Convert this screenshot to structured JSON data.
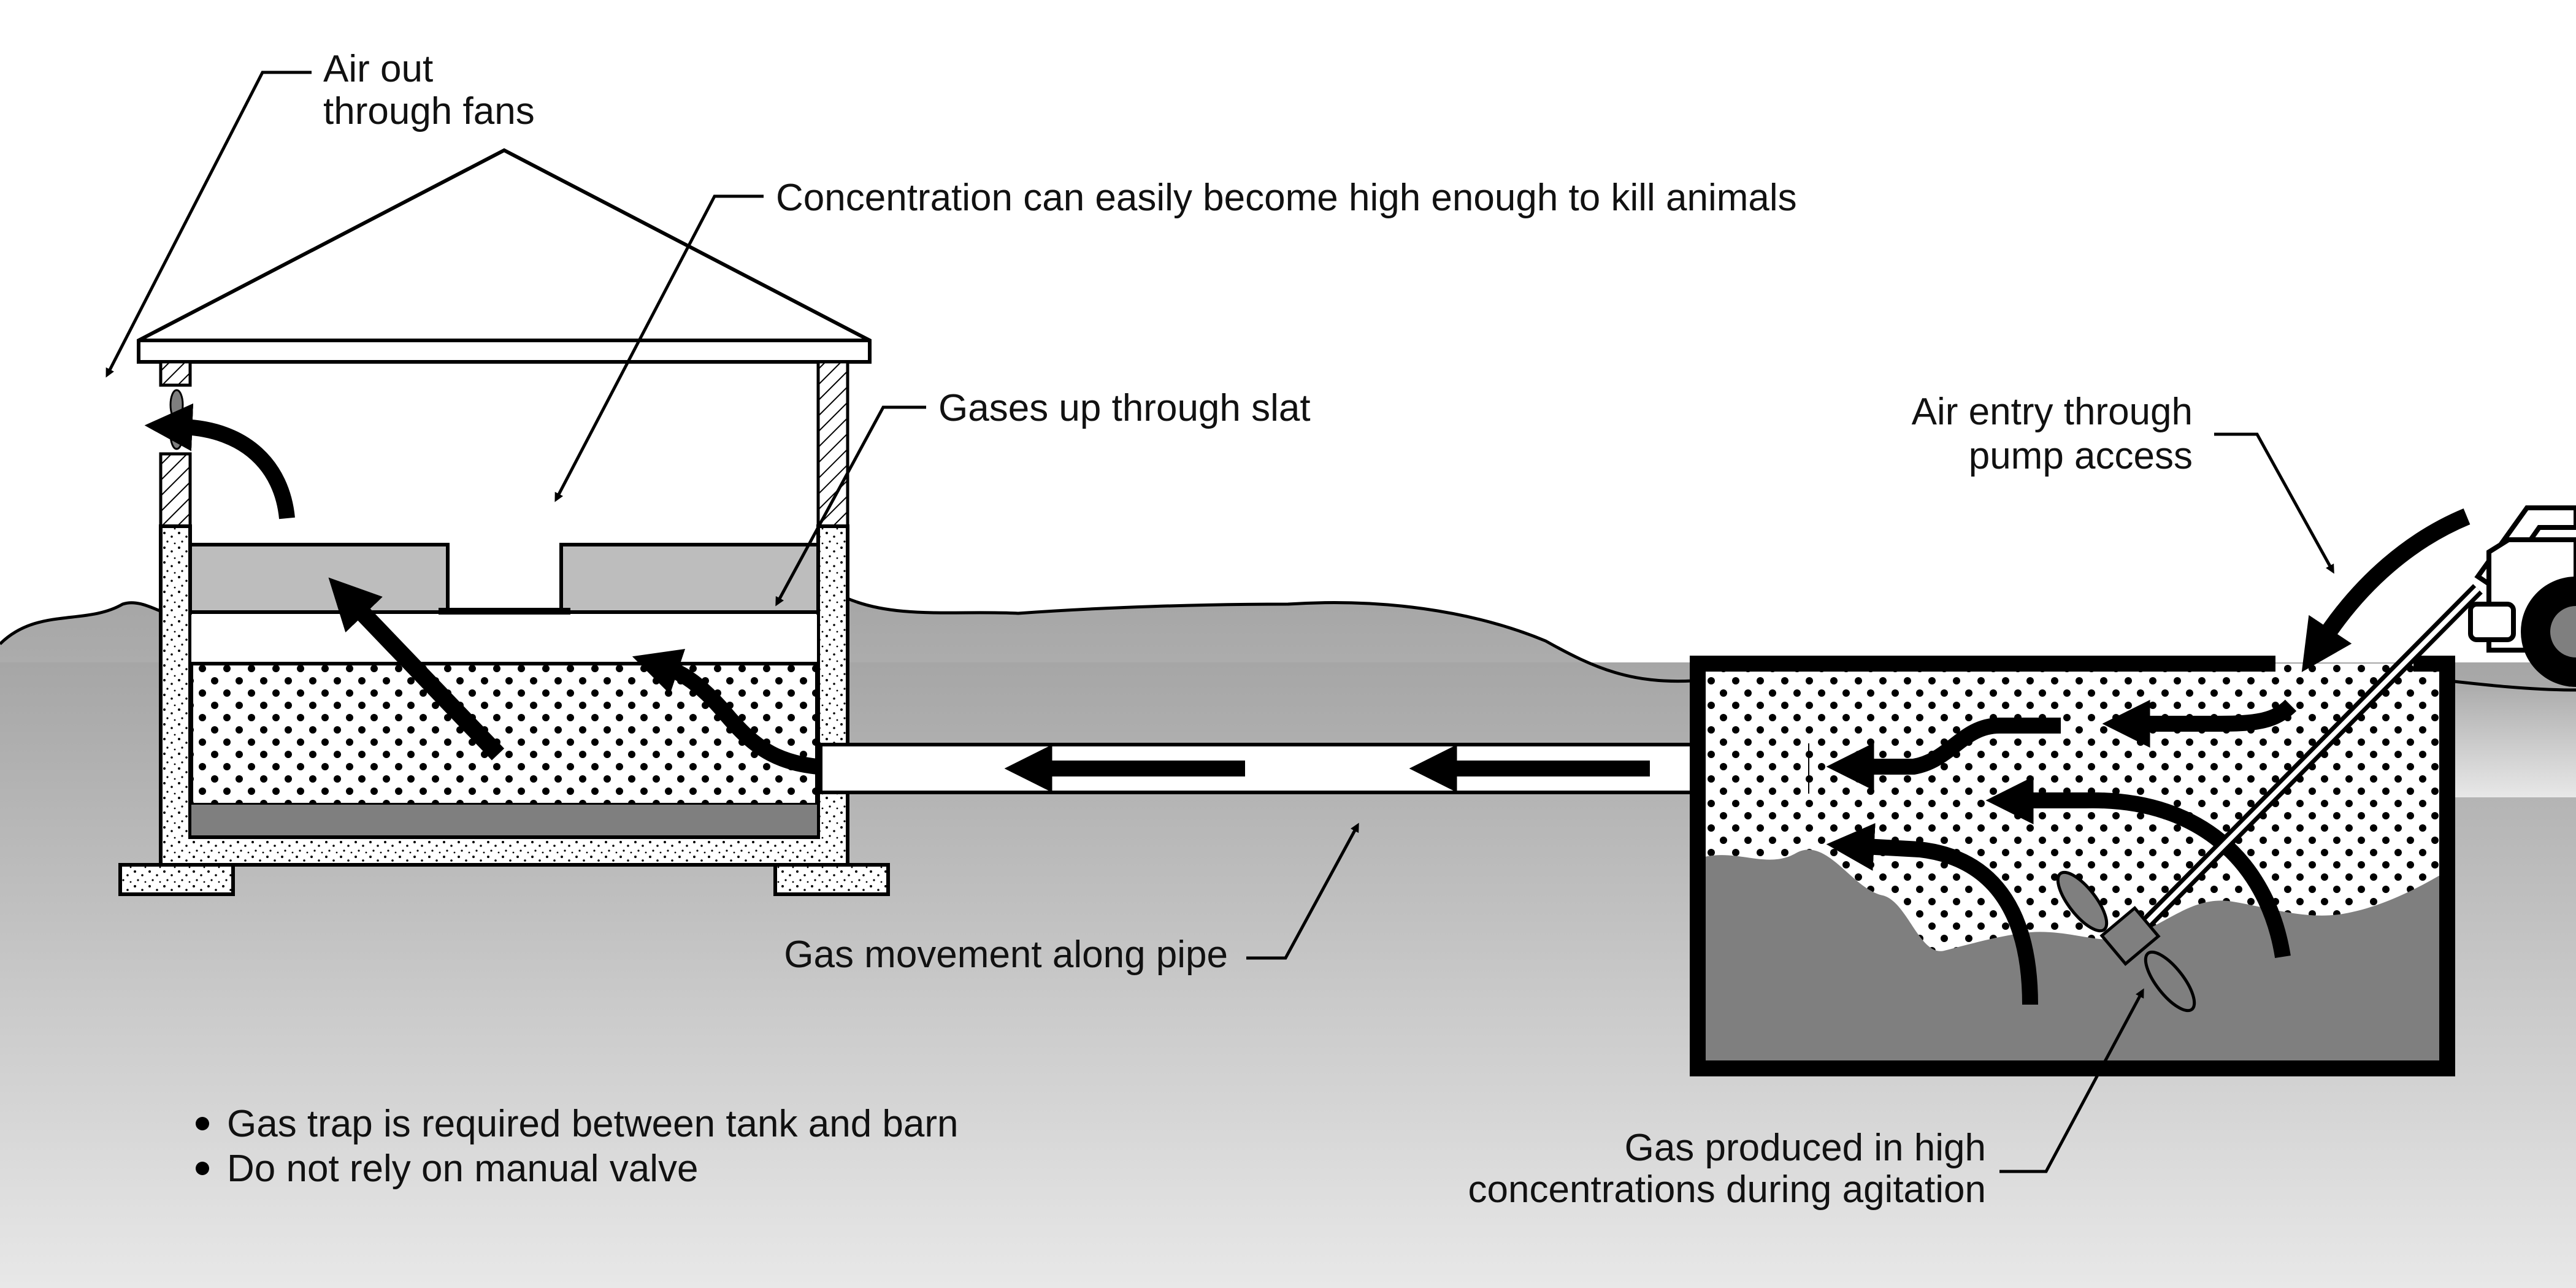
{
  "labels": {
    "air_out_line1": "Air out",
    "air_out_line2": "through fans",
    "concentration": "Concentration can easily become high enough to kill animals",
    "gases_up_slat": "Gases up through slat",
    "air_entry_line1": "Air entry through",
    "air_entry_line2": "pump access",
    "gas_pipe": "Gas movement along pipe",
    "gas_agitation_line1": "Gas produced in high",
    "gas_agitation_line2": "concentrations during agitation"
  },
  "notes": [
    "Gas trap is required between tank and barn",
    "Do not rely on manual valve"
  ],
  "colors": {
    "ground_top": "#a8a8a8",
    "ground_bottom": "#e6e6e6",
    "liquid_manure": "#7f7f7f",
    "barn_gas_space": "#bdbdbd",
    "outline": "#000000"
  }
}
